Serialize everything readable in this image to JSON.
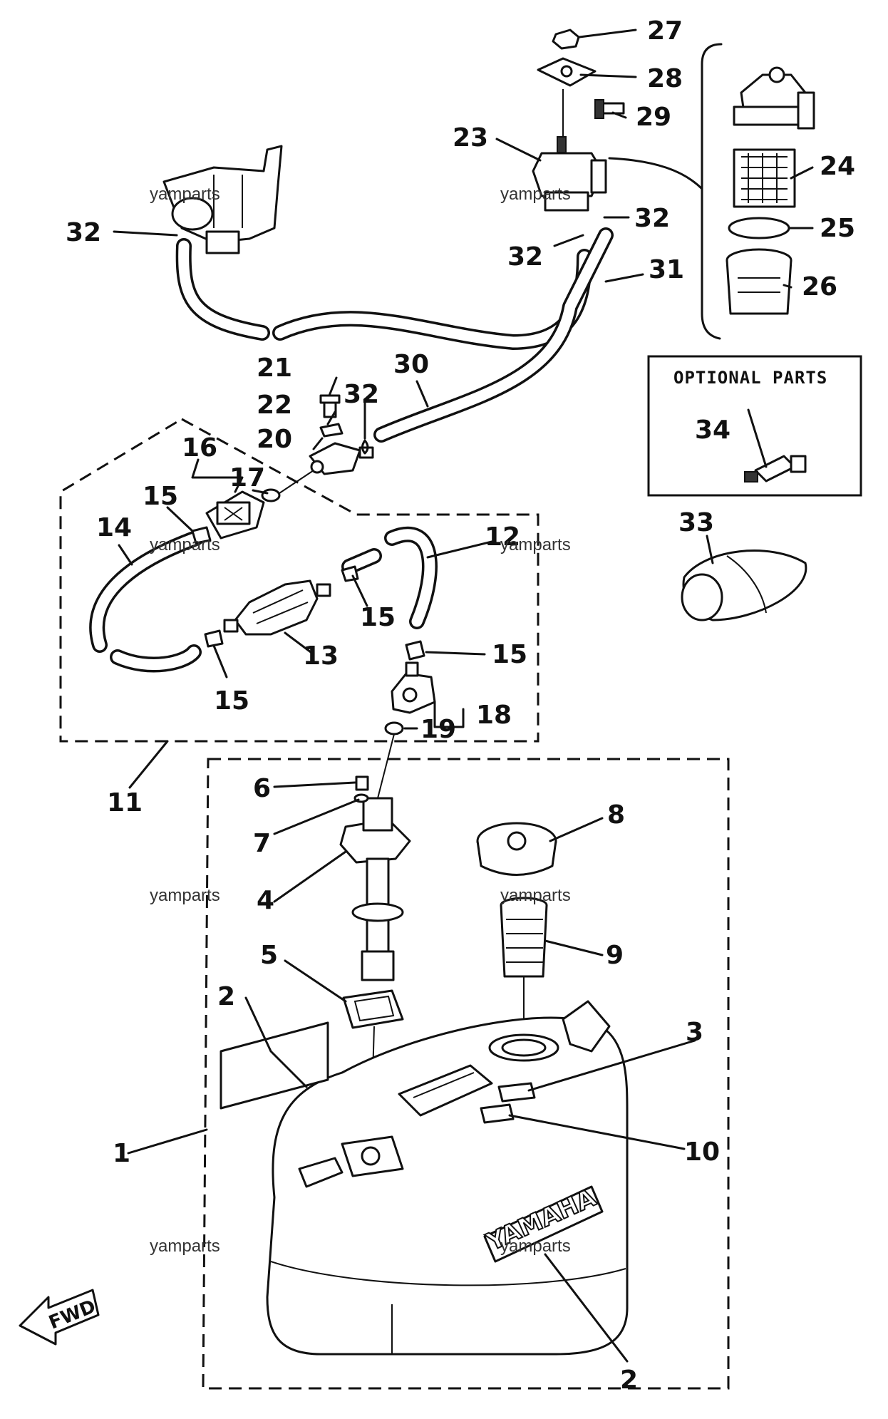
{
  "diagram": {
    "optional_box_title": "OPTIONAL PARTS",
    "brand_on_tank": "YAMAHA",
    "direction_arrow": "FWD",
    "watermark": "yamparts",
    "callouts": {
      "c1": "1",
      "c2a": "2",
      "c2b": "2",
      "c3": "3",
      "c4": "4",
      "c5": "5",
      "c6": "6",
      "c7": "7",
      "c8": "8",
      "c9": "9",
      "c10": "10",
      "c11": "11",
      "c12": "12",
      "c13": "13",
      "c14": "14",
      "c15a": "15",
      "c15b": "15",
      "c15c": "15",
      "c15d": "15",
      "c16": "16",
      "c17": "17",
      "c18": "18",
      "c19": "19",
      "c20": "20",
      "c21": "21",
      "c22": "22",
      "c23": "23",
      "c24": "24",
      "c25": "25",
      "c26": "26",
      "c27": "27",
      "c28": "28",
      "c29": "29",
      "c30": "30",
      "c31": "31",
      "c32a": "32",
      "c32b": "32",
      "c32c": "32",
      "c32d": "32",
      "c33": "33",
      "c34": "34"
    }
  }
}
